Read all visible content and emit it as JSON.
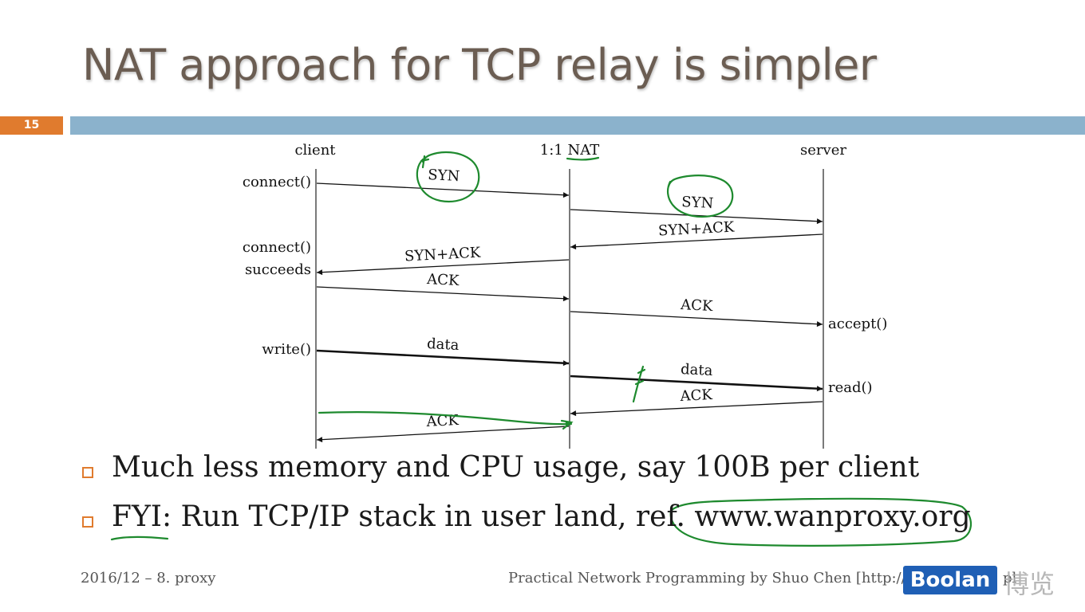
{
  "slide": {
    "title": "NAT approach for TCP relay is simpler",
    "number": "15",
    "colors": {
      "title": "#6b5d52",
      "number_box": "#e07b2e",
      "bar": "#8bb2cc",
      "annotation": "#1e8a2e"
    }
  },
  "diagram": {
    "columns": {
      "client": "client",
      "nat": "1:1 NAT",
      "server": "server"
    },
    "call_labels": {
      "connect": "connect()",
      "connect_ok_1": "connect()",
      "connect_ok_2": "succeeds",
      "accept": "accept()",
      "write": "write()",
      "read": "read()"
    },
    "messages": {
      "syn_1": "SYN",
      "syn_2": "SYN",
      "synack_1": "SYN+ACK",
      "synack_2": "SYN+ACK",
      "ack_1": "ACK",
      "ack_2": "ACK",
      "data_1": "data",
      "data_2": "data",
      "ack_3": "ACK",
      "ack_4": "ACK"
    }
  },
  "bullets": [
    {
      "text": "Much less memory and CPU usage, say 100B per client"
    },
    {
      "text": "FYI: Run TCP/IP stack in user land, ref. www.wanproxy.org"
    }
  ],
  "footer": {
    "left": "2016/12 – 8. proxy",
    "right": "Practical Network Programming by Shuo Chen [http://ch",
    "right_tail": "pl"
  },
  "watermark": {
    "brand": "Boolan",
    "cn": "博览"
  }
}
